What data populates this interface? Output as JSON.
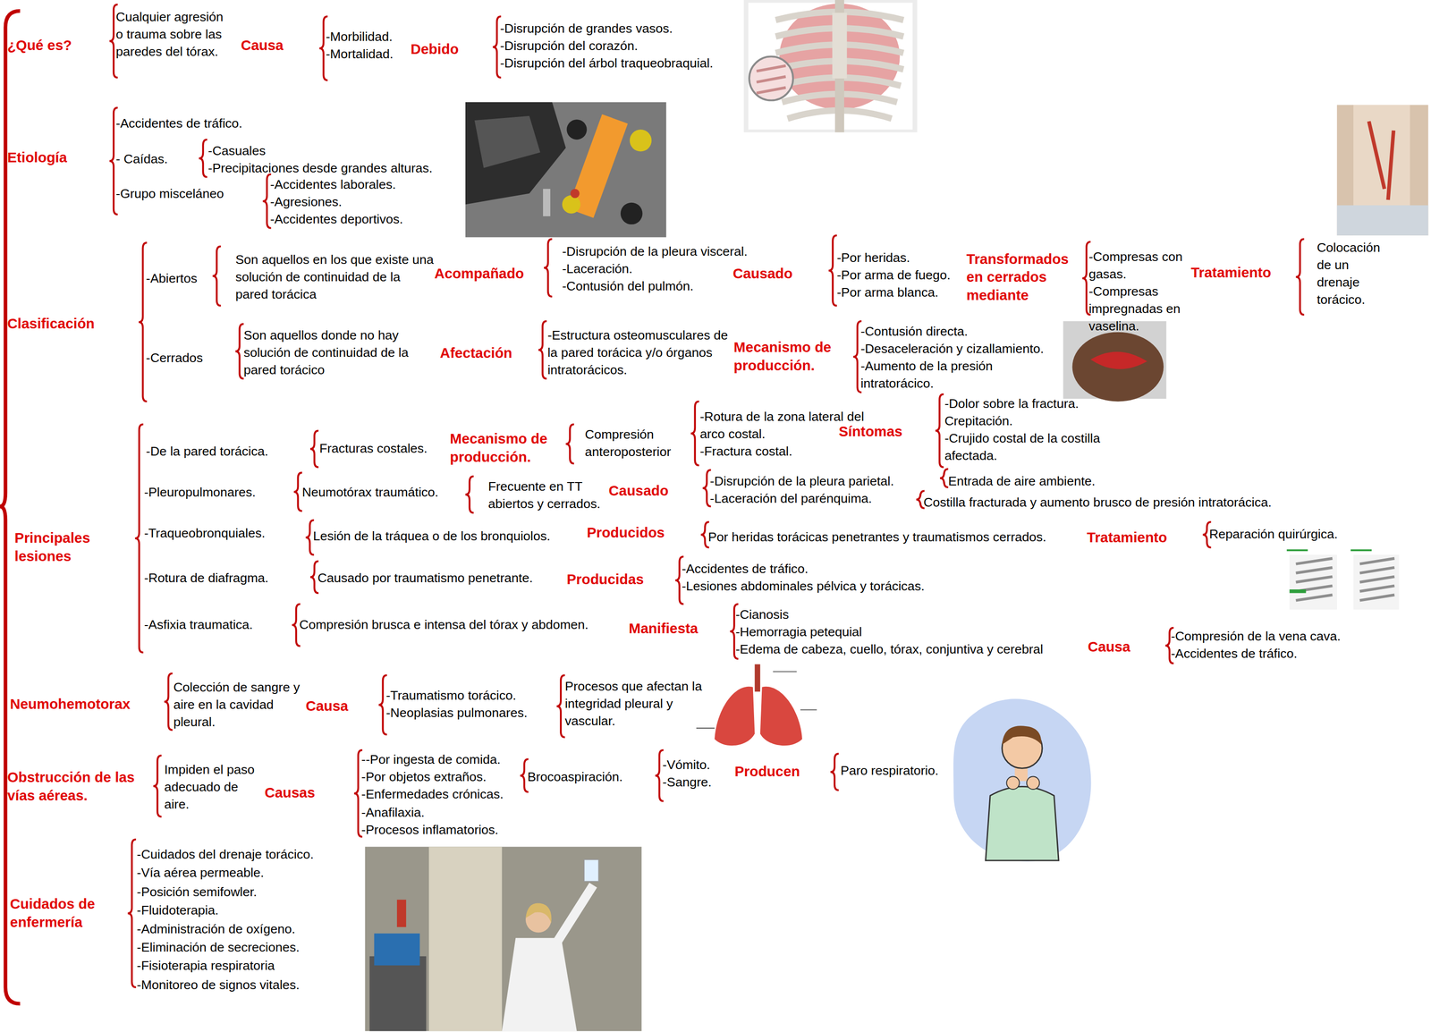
{
  "diagram": {
    "labels": [
      "¿Qué es?",
      "Cualquier agresión o trauma sobre las paredes del tórax.",
      "Causa",
      "-Morbilidad.",
      "-Mortalidad.",
      "Debido",
      "-Disrupción de grandes vasos.",
      "-Disrupción del corazón.",
      "-Disrupción del árbol traqueobraquial.",
      "Etiología",
      "-Accidentes de tráfico.",
      "- Caídas.",
      "-Casuales",
      "-Precipitaciones desde grandes alturas.",
      "-Grupo misceláneo",
      "-Accidentes laborales.",
      "-Agresiones.",
      "-Accidentes deportivos.",
      "Clasificación",
      "-Abiertos",
      "Son aquellos en los que existe una solución de continuidad de la pared torácica",
      "Acompañado",
      "-Disrupción de la pleura visceral.",
      "-Laceración.",
      "-Contusión del pulmón.",
      "Causado",
      "-Por heridas.",
      "-Por arma de fuego.",
      "-Por arma blanca.",
      "Transformados en cerrados mediante",
      "-Compresas con gasas.",
      "-Compresas impregnadas en vaselina.",
      "Tratamiento",
      "Colocación de un drenaje torácico.",
      "-Cerrados",
      "Son aquellos donde no hay solución de continuidad de la pared torácico",
      "Afectación",
      "-Estructura osteomusculares de la pared torácica y/o órganos intratorácicos.",
      "Mecanismo de producción.",
      "-Contusión directa.",
      "-Desaceleración y cizallamiento.",
      "-Aumento de la presión intratorácico.",
      "Principales lesiones",
      "-De la pared torácica.",
      "Fracturas costales.",
      "Mecanismo de producción.",
      "Compresión anteroposterior",
      "-Rotura de la zona lateral del arco costal.",
      "-Fractura costal.",
      "Síntomas",
      "-Dolor sobre la fractura.",
      "Crepitación.",
      "-Crujido costal de la costilla afectada.",
      "-Pleuropulmonares.",
      "Neumotórax traumático.",
      "Frecuente en TT abiertos y cerrados.",
      "Causado",
      "-Disrupción de la pleura parietal.",
      "-Laceración del parénquima.",
      "Entrada de aire ambiente.",
      "Costilla fracturada y aumento brusco de presión intratorácica.",
      "-Traqueobronquiales.",
      "Lesión de la tráquea o de los bronquiolos.",
      "Producidos",
      "Por heridas torácicas penetrantes y traumatismos cerrados.",
      "Tratamiento",
      "Reparación quirúrgica.",
      "-Rotura de diafragma.",
      "Causado por traumatismo penetrante.",
      "Producidas",
      "-Accidentes de tráfico.",
      "-Lesiones abdominales pélvica y torácicas.",
      "-Asfixia traumatica.",
      "Compresión brusca e intensa del tórax y abdomen.",
      "Manifiesta",
      "-Cianosis",
      "-Hemorragia petequial",
      "-Edema de cabeza, cuello, tórax, conjuntiva y cerebral",
      "Causa",
      "-Compresión de la vena cava.",
      "-Accidentes de tráfico.",
      "Neumohemotorax",
      "Colección de sangre y aire en la cavidad pleural.",
      "Causa",
      "-Traumatismo torácico.",
      "-Neoplasias pulmonares.",
      "Procesos que afectan la integridad pleural y vascular.",
      "Obstrucción de las vías aéreas.",
      "Impiden el paso adecuado de aire.",
      "Causas",
      "--Por ingesta de comida.",
      "-Por objetos extraños.",
      "-Enfermedades crónicas.",
      "-Anafilaxia.",
      "-Procesos inflamatorios.",
      "Brocoaspiración.",
      "-Vómito.",
      "-Sangre.",
      "Producen",
      "Paro respiratorio.",
      "Cuidados de enfermería",
      "-Cuidados del drenaje torácico.",
      "-Vía aérea permeable.",
      "-Posición semifowler.",
      "-Fluidoterapia.",
      "-Administración de oxígeno.",
      "-Eliminación de secreciones.",
      "-Fisioterapia respiratoria",
      "-Monitoreo de signos vitales."
    ]
  }
}
